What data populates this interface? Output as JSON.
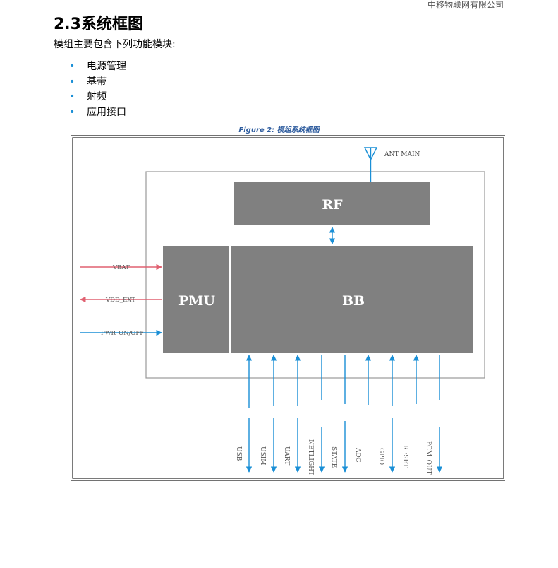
{
  "header": {
    "company": "中移物联网有限公司"
  },
  "section": {
    "title": "2.3系统框图",
    "intro": "模组主要包含下列功能模块:",
    "features": [
      "电源管理",
      "基带",
      "射频",
      "应用接口"
    ]
  },
  "figure": {
    "caption": "Figure 2: 模组系统框图",
    "blocks": {
      "rf": "RF",
      "pmu": "PMU",
      "bb": "BB"
    },
    "antenna_label": "ANT MAIN",
    "power_signals": [
      "VBAT",
      "VDD_EXT",
      "PWR_ON/OFF"
    ],
    "interfaces": [
      "USB",
      "USIM",
      "UART",
      "NETLIGHT",
      "STATE",
      "ADC",
      "GPIO",
      "RESET",
      "PCM_OUT"
    ],
    "colors": {
      "block": "#808080",
      "signal_blue": "#1a8fd6",
      "signal_red": "#e06070",
      "frame": "#999999"
    }
  }
}
